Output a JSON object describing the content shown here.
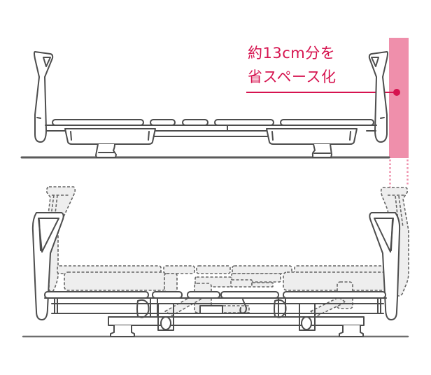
{
  "diagram": {
    "title": "Bed side-view comparison",
    "callout": {
      "line1": "約13cm分を",
      "line2": "省スペース化",
      "color": "#d6134f"
    },
    "highlight": {
      "label": "space-saved-region",
      "color": "#ef8fab",
      "dot_color": "#d6134f"
    },
    "upper_view": {
      "label": "compact bed (flat)",
      "line_color": "#4d4d4d"
    },
    "lower_view": {
      "label": "bed with raised sections (dashed overlay)",
      "line_color": "#4d4d4d",
      "ghost_fill": "#eeeeee",
      "ghost_stroke": "#666666"
    }
  }
}
